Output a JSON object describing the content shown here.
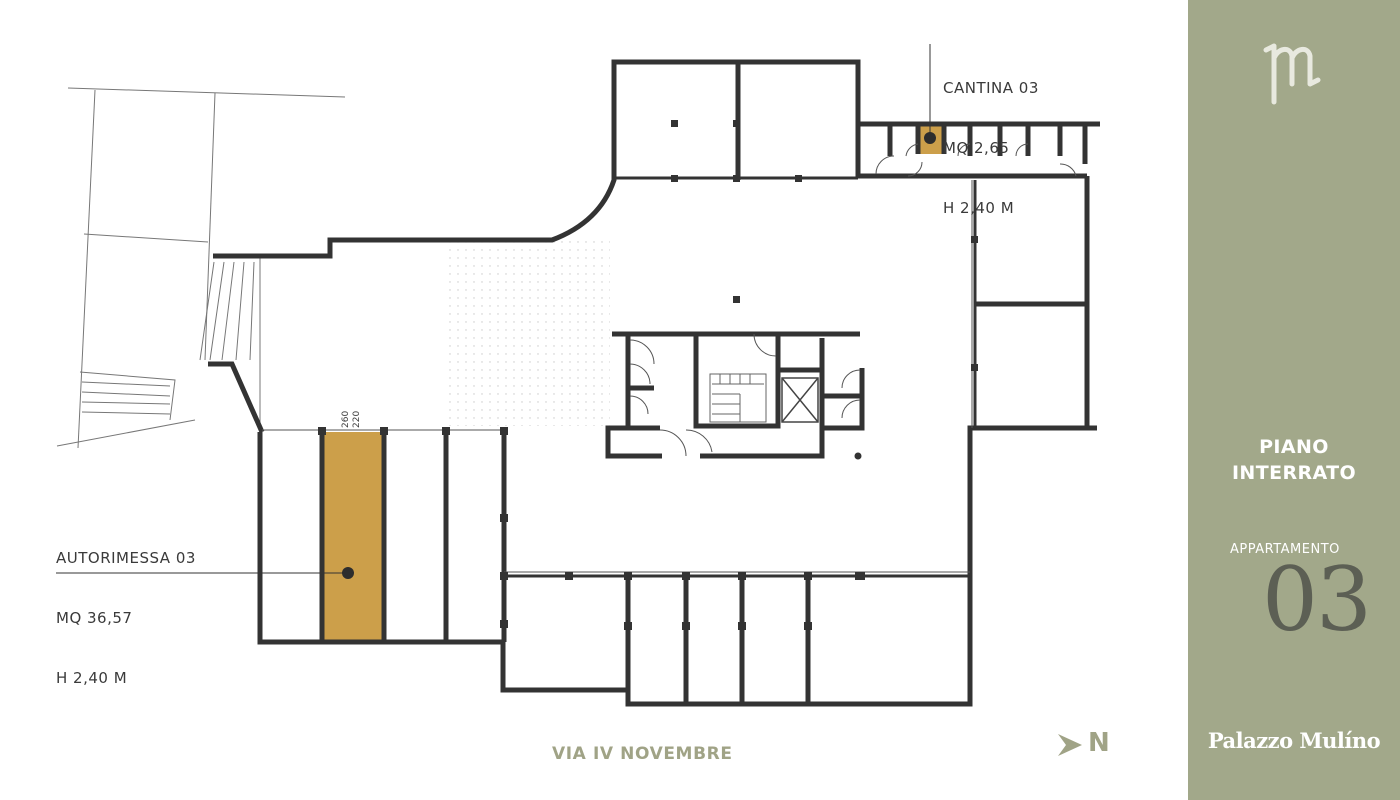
{
  "plan": {
    "street": "VIA IV NOVEMBRE",
    "compass_label": "N",
    "garage": {
      "name": "AUTORIMESSA 03",
      "area": "MQ 36,57",
      "height": "H 2,40 M",
      "dim_a": "260",
      "dim_b": "220"
    },
    "cellar": {
      "name": "CANTINA 03",
      "area": "MQ 2,65",
      "height": "H 2,40 M"
    },
    "highlight_color": "#cc9f4a",
    "wall_color": "#333333"
  },
  "sidebar": {
    "floor_line1": "PIANO",
    "floor_line2": "INTERRATO",
    "apartment_label": "APPARTAMENTO",
    "apartment_number": "03",
    "brand": "Palazzo Mulíno",
    "logo_text": "pm",
    "background": "#a2a88a"
  }
}
